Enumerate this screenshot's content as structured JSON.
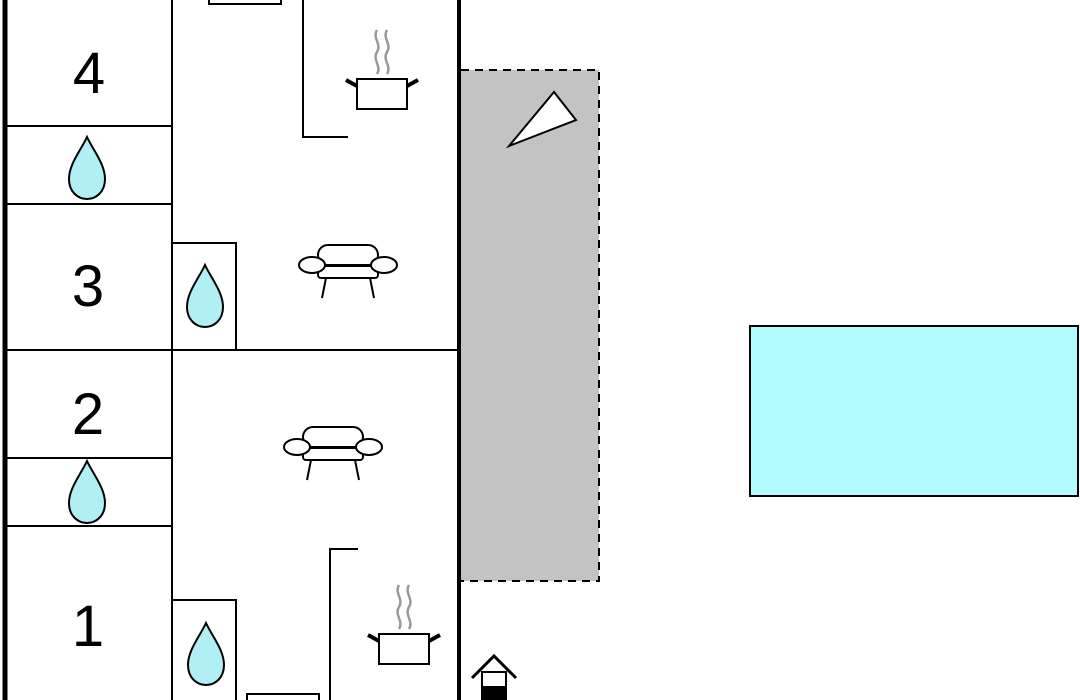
{
  "rooms": {
    "bedroom_1": {
      "number": "1"
    },
    "bedroom_2": {
      "number": "2"
    },
    "bedroom_3": {
      "number": "3"
    },
    "bedroom_4": {
      "number": "4"
    }
  },
  "icons": {
    "bathroom": "water-drop-icon",
    "kitchen": "cooking-pot-icon",
    "living": "sofa-icon",
    "sun_terrace": "triangle-flag-icon",
    "entrance": "house-entrance-icon"
  },
  "colors": {
    "wall": "#000000",
    "water": "#b0f0f4",
    "pool": "#b0fcff",
    "terrace": "#c3c3c3",
    "steam": "#9a9a9a"
  }
}
